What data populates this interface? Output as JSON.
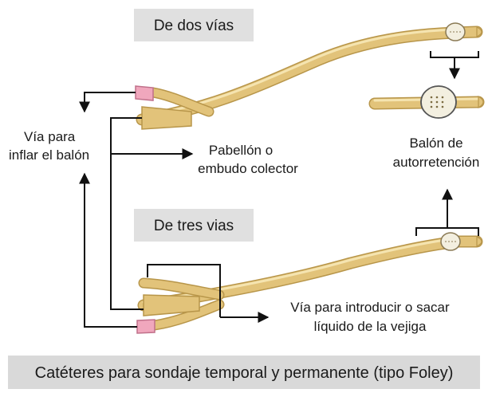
{
  "labels": {
    "two_way": "De dos vías",
    "three_way": "De tres vias",
    "inflate_line1": "Vía para",
    "inflate_line2": "inflar el balón",
    "collector_line1": "Pabellón o",
    "collector_line2": "embudo colector",
    "balloon_line1": "Balón de",
    "balloon_line2": "autorretención",
    "fluid_line1": "Vía para introducir o sacar",
    "fluid_line2": "líquido de la vejiga",
    "caption": "Catéteres para sondaje temporal y permanente (tipo Foley)"
  },
  "colors": {
    "catheter": "#e2c37a",
    "catheter_highlight": "#f5e4b0",
    "catheter_outline": "#b8964a",
    "valve": "#f0a7bd",
    "label_box": "#e0e0e0",
    "caption_bar": "#d9d9d9"
  }
}
